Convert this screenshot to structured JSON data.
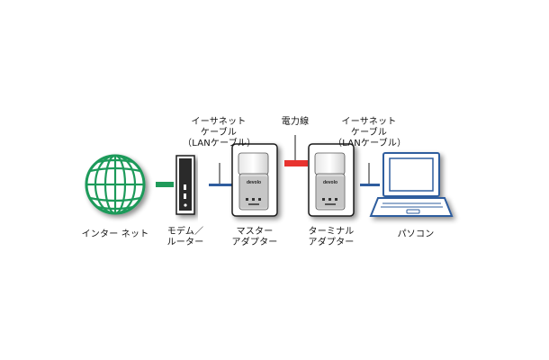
{
  "nodes": {
    "internet": {
      "label": "インター ネット"
    },
    "modem": {
      "line1": "モデム／",
      "line2": "ルーター"
    },
    "master_adapter": {
      "line1": "マスター",
      "line2": "アダプター",
      "brand": "devolo"
    },
    "terminal_adapter": {
      "line1": "ターミナル",
      "line2": "アダプター",
      "brand": "devolo"
    },
    "pc": {
      "label": "パソコン"
    }
  },
  "connections": {
    "ethernet_left": {
      "line1": "イーサネット",
      "line2": "ケーブル",
      "line3": "（LANケーブル）"
    },
    "power_line": {
      "label": "電力線"
    },
    "ethernet_right": {
      "line1": "イーサネット",
      "line2": "ケーブル",
      "line3": "（LANケーブル）"
    }
  },
  "colors": {
    "internet_green": "#1f9a5a",
    "power_line_red": "#e8332f",
    "ethernet_blue": "#2f5d9e",
    "device_outline": "#1a1a1a",
    "shadow_gray": "#b9b9b9"
  },
  "icons": {
    "internet": "globe-icon",
    "modem": "modem-router-icon",
    "master_adapter": "powerline-adapter-icon",
    "terminal_adapter": "powerline-adapter-icon",
    "pc": "laptop-icon"
  }
}
